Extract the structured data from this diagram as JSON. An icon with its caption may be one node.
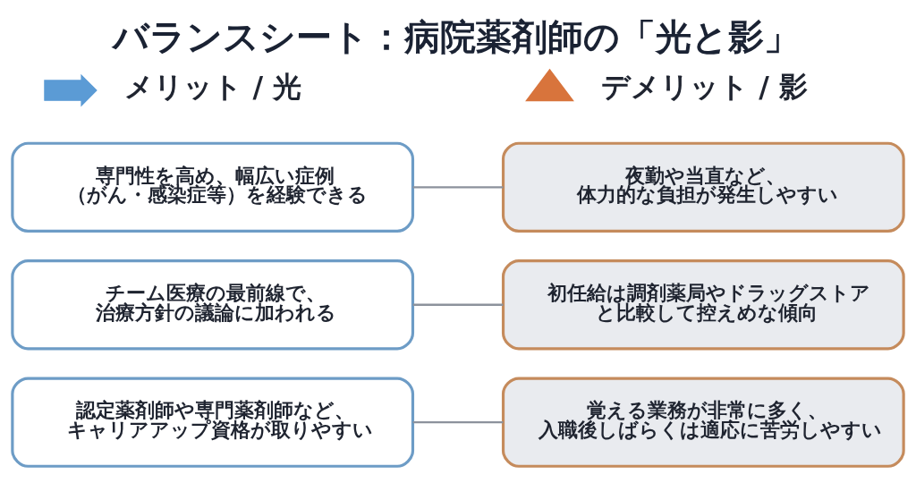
{
  "diagram": {
    "title": "バランスシート：病院薬剤師の「光と影」",
    "nodes": [
      {
        "text": [],
        "shape": "arrow"
      },
      {
        "text": [],
        "shape": "triangle"
      },
      {
        "text": [
          "専門性を高め、幅広い症例（がん・感染症等）を経験できる"
        ]
      },
      {
        "text": [
          "チーム医療の最前線で、治療方針の議論に加われる"
        ]
      },
      {
        "text": [
          "認定薬剤師や専門薬剤師など、キャリアアップ資格が取りやすい"
        ]
      },
      {
        "text": [
          "夜勤や当直など、体力的な負担が発生しやすい"
        ]
      },
      {
        "text": [
          "初任給は調剤薬局やドラッグストアと比較して控えめな傾向"
        ]
      },
      {
        "text": [
          "覚える業務が非常に多く、入職後しばらくは適応に苦労しやすい"
        ]
      }
    ],
    "edges": [
      {
        "from": 2,
        "to": 5,
        "arrow": "none"
      },
      {
        "from": 3,
        "to": 6,
        "arrow": "none"
      },
      {
        "from": 4,
        "to": 7,
        "arrow": "none"
      }
    ],
    "labels": [
      "メリット / 光",
      "デメリット / 影"
    ]
  }
}
